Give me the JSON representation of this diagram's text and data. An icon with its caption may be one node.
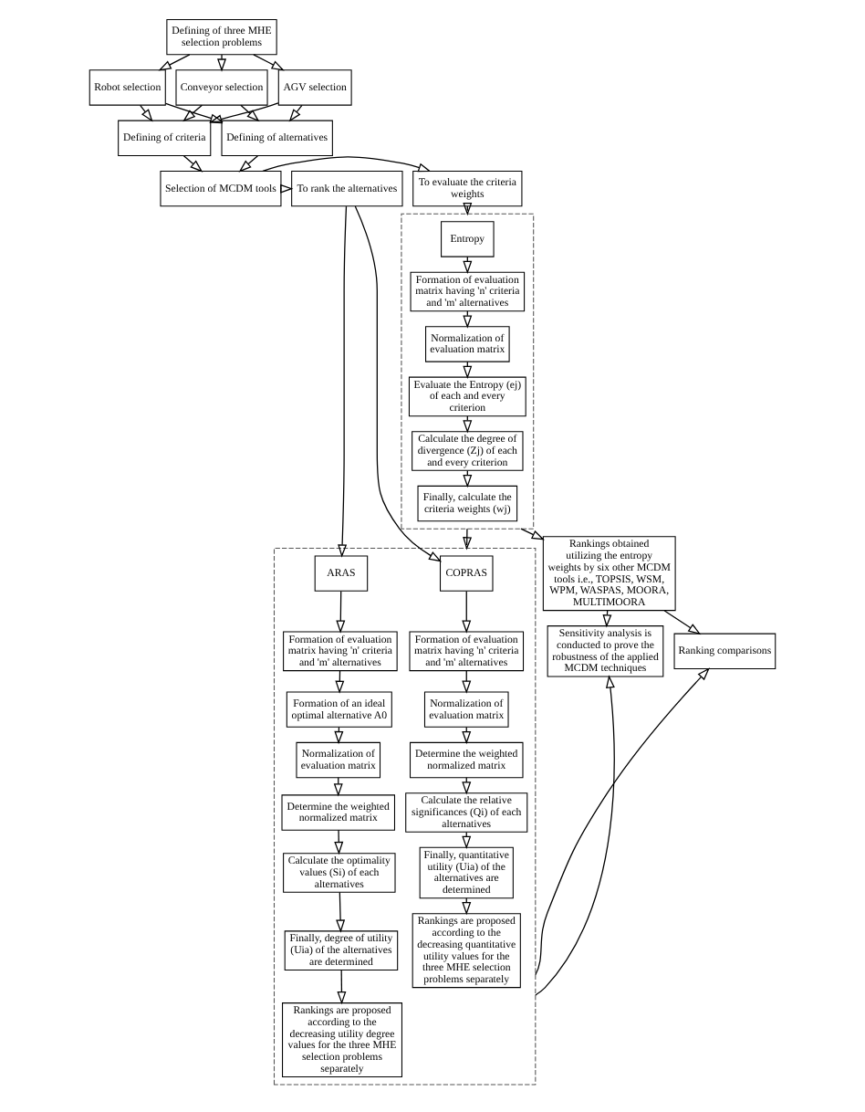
{
  "diagram": {
    "nodes": [
      {
        "text": [
          "Defining of three MHE selection problems"
        ]
      },
      {
        "text": [
          "Robot selection"
        ]
      },
      {
        "text": [
          "Conveyor selection"
        ]
      },
      {
        "text": [
          "AGV selection"
        ]
      },
      {
        "text": [
          "Defining of criteria"
        ]
      },
      {
        "text": [
          "Defining of alternatives"
        ]
      },
      {
        "text": [
          "Selection of MCDM tools"
        ]
      },
      {
        "text": [
          "To evaluate the criteria weights"
        ]
      },
      {
        "text": [
          "To rank the alternatives"
        ]
      },
      {
        "text": [],
        "shape": "box"
      },
      {
        "text": [
          "Entropy"
        ],
        "in": 9
      },
      {
        "text": [
          "Formation of evaluation matrix having 'n' criteria and 'm' alternatives"
        ],
        "in": 9
      },
      {
        "text": [
          "Normalization of evaluation matrix"
        ],
        "in": 9
      },
      {
        "text": [
          "Evaluate the Entropy (ej) of each and every criterion"
        ],
        "in": 9
      },
      {
        "text": [
          "Calculate the degree of divergence (Zj) of each and every criterion"
        ],
        "in": 9
      },
      {
        "text": [
          "Finally, calculate the criteria weights (wj)"
        ],
        "in": 9
      },
      {
        "text": [],
        "shape": "box"
      },
      {
        "text": [
          "COPRAS"
        ],
        "in": 16
      },
      {
        "text": [
          "ARAS"
        ],
        "in": 16
      },
      {
        "text": [
          "Formation of evaluation matrix having 'n' criteria and 'm' alternatives"
        ],
        "in": 16
      },
      {
        "text": [
          "Normalization of evaluation matrix"
        ],
        "in": 16
      },
      {
        "text": [
          "Determine the weighted normalized matrix"
        ],
        "in": 16
      },
      {
        "text": [
          "Calculate the relative significances (Qi) of each alternatives"
        ],
        "in": 16
      },
      {
        "text": [
          "Finally, quantitative utility (Uia) of the alternatives are determined"
        ],
        "in": 16
      },
      {
        "text": [
          "Rankings are proposed according to the decreasing quantitative utility values for the three MHE selection problems separately"
        ],
        "in": 16
      },
      {
        "text": [
          "Formation of evaluation matrix having 'n' criteria and 'm' alternatives"
        ],
        "in": 16
      },
      {
        "text": [
          "Formation of an ideal optimal alternative A0"
        ],
        "in": 16
      },
      {
        "text": [
          "Normalization of evaluation matrix"
        ],
        "in": 16
      },
      {
        "text": [
          "Determine the weighted normalized matrix"
        ],
        "in": 16
      },
      {
        "text": [
          "Calculate the optimality values (Si) of each alternatives"
        ],
        "in": 16
      },
      {
        "text": [
          "Finally, degree of utility (Uia) of the alternatives are determined"
        ],
        "in": 16
      },
      {
        "text": [
          "Rankings are proposed according to the decreasing utility degree values for the three MHE selection problems separately"
        ],
        "in": 16
      },
      {
        "text": [
          "Rankings obtained utilizing the entropy weights by six other MCDM tools i.e., TOPSIS, WSM, WPM, WASPAS, MOORA, MULTIMOORA"
        ]
      },
      {
        "text": [
          "Ranking comparisons"
        ]
      },
      {
        "text": [
          "Sensitivity analysis is conducted to prove the robustness of the applied MCDM techniques"
        ]
      }
    ],
    "edges": [
      {
        "from": 0,
        "to": 1,
        "arrow": "to"
      },
      {
        "from": 0,
        "to": 2,
        "arrow": "to"
      },
      {
        "from": 0,
        "to": 3,
        "arrow": "to"
      },
      {
        "from": 1,
        "to": 4,
        "arrow": "to"
      },
      {
        "from": 1,
        "to": 5,
        "arrow": "to"
      },
      {
        "from": 2,
        "to": 4,
        "arrow": "to"
      },
      {
        "from": 2,
        "to": 5,
        "arrow": "to"
      },
      {
        "from": 3,
        "to": 4,
        "arrow": "to"
      },
      {
        "from": 3,
        "to": 5,
        "arrow": "to"
      },
      {
        "from": 4,
        "to": 6,
        "arrow": "to"
      },
      {
        "from": 5,
        "to": 6,
        "arrow": "to"
      },
      {
        "from": 6,
        "to": 7,
        "arrow": "to"
      },
      {
        "from": 6,
        "to": 8,
        "arrow": "to"
      },
      {
        "from": 7,
        "to": 9,
        "arrow": "to"
      },
      {
        "from": 8,
        "to": 17,
        "arrow": "to"
      },
      {
        "from": 8,
        "to": 18,
        "arrow": "to"
      },
      {
        "from": 10,
        "to": 11,
        "arrow": "to"
      },
      {
        "from": 11,
        "to": 12,
        "arrow": "to"
      },
      {
        "from": 12,
        "to": 13,
        "arrow": "to"
      },
      {
        "from": 13,
        "to": 14,
        "arrow": "to"
      },
      {
        "from": 14,
        "to": 15,
        "arrow": "to"
      },
      {
        "from": 9,
        "to": 16,
        "arrow": "to"
      },
      {
        "from": 17,
        "to": 19,
        "arrow": "to"
      },
      {
        "from": 19,
        "to": 20,
        "arrow": "to"
      },
      {
        "from": 20,
        "to": 21,
        "arrow": "to"
      },
      {
        "from": 21,
        "to": 22,
        "arrow": "to"
      },
      {
        "from": 22,
        "to": 23,
        "arrow": "to"
      },
      {
        "from": 23,
        "to": 24,
        "arrow": "to"
      },
      {
        "from": 18,
        "to": 25,
        "arrow": "to"
      },
      {
        "from": 25,
        "to": 26,
        "arrow": "to"
      },
      {
        "from": 26,
        "to": 27,
        "arrow": "to"
      },
      {
        "from": 27,
        "to": 28,
        "arrow": "to"
      },
      {
        "from": 28,
        "to": 29,
        "arrow": "to"
      },
      {
        "from": 29,
        "to": 30,
        "arrow": "to"
      },
      {
        "from": 30,
        "to": 31,
        "arrow": "to"
      },
      {
        "from": 9,
        "to": 32,
        "arrow": "to"
      },
      {
        "from": 32,
        "to": 34,
        "arrow": "to"
      },
      {
        "from": 32,
        "to": 33,
        "arrow": "to"
      },
      {
        "from": 16,
        "to": 33,
        "arrow": "to"
      },
      {
        "from": 16,
        "to": 34,
        "arrow": "to"
      }
    ]
  }
}
